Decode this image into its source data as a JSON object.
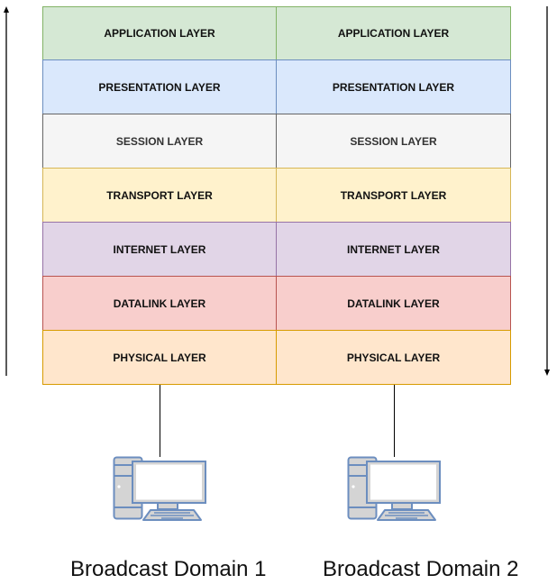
{
  "diagram": {
    "title": "",
    "stacks": [
      {
        "id": "left",
        "layers": [
          {
            "label": "APPLICATION LAYER",
            "fill": "#d5e8d4",
            "stroke": "#82b366",
            "text": "#111111"
          },
          {
            "label": "PRESENTATION LAYER",
            "fill": "#dae8fc",
            "stroke": "#6c8ebf",
            "text": "#111111"
          },
          {
            "label": "SESSION LAYER",
            "fill": "#f5f5f5",
            "stroke": "#666666",
            "text": "#333333"
          },
          {
            "label": "TRANSPORT LAYER",
            "fill": "#fff2cc",
            "stroke": "#d6b656",
            "text": "#111111"
          },
          {
            "label": "INTERNET LAYER",
            "fill": "#e1d5e7",
            "stroke": "#9673a6",
            "text": "#111111"
          },
          {
            "label": "DATALINK LAYER",
            "fill": "#f8cecc",
            "stroke": "#b85450",
            "text": "#111111"
          },
          {
            "label": "PHYSICAL LAYER",
            "fill": "#ffe6cc",
            "stroke": "#d79b00",
            "text": "#111111"
          }
        ]
      },
      {
        "id": "right",
        "layers": [
          {
            "label": "APPLICATION LAYER",
            "fill": "#d5e8d4",
            "stroke": "#82b366",
            "text": "#111111"
          },
          {
            "label": "PRESENTATION LAYER",
            "fill": "#dae8fc",
            "stroke": "#6c8ebf",
            "text": "#111111"
          },
          {
            "label": "SESSION LAYER",
            "fill": "#f5f5f5",
            "stroke": "#666666",
            "text": "#333333"
          },
          {
            "label": "TRANSPORT LAYER",
            "fill": "#fff2cc",
            "stroke": "#d6b656",
            "text": "#111111"
          },
          {
            "label": "INTERNET LAYER",
            "fill": "#e1d5e7",
            "stroke": "#9673a6",
            "text": "#111111"
          },
          {
            "label": "DATALINK LAYER",
            "fill": "#f8cecc",
            "stroke": "#b85450",
            "text": "#111111"
          },
          {
            "label": "PHYSICAL LAYER",
            "fill": "#ffe6cc",
            "stroke": "#d79b00",
            "text": "#111111"
          }
        ]
      }
    ],
    "arrows": [
      {
        "id": "left-arrow",
        "direction": "up"
      },
      {
        "id": "right-arrow",
        "direction": "down"
      }
    ],
    "hosts": [
      {
        "icon": "desktop-computer-icon",
        "caption": "Broadcast Domain 1"
      },
      {
        "icon": "desktop-computer-icon",
        "caption": "Broadcast Domain 2"
      }
    ],
    "icon_colors": {
      "outline": "#6c8ebf",
      "body": "#d4d4d4",
      "screen": "#ffffff"
    }
  }
}
